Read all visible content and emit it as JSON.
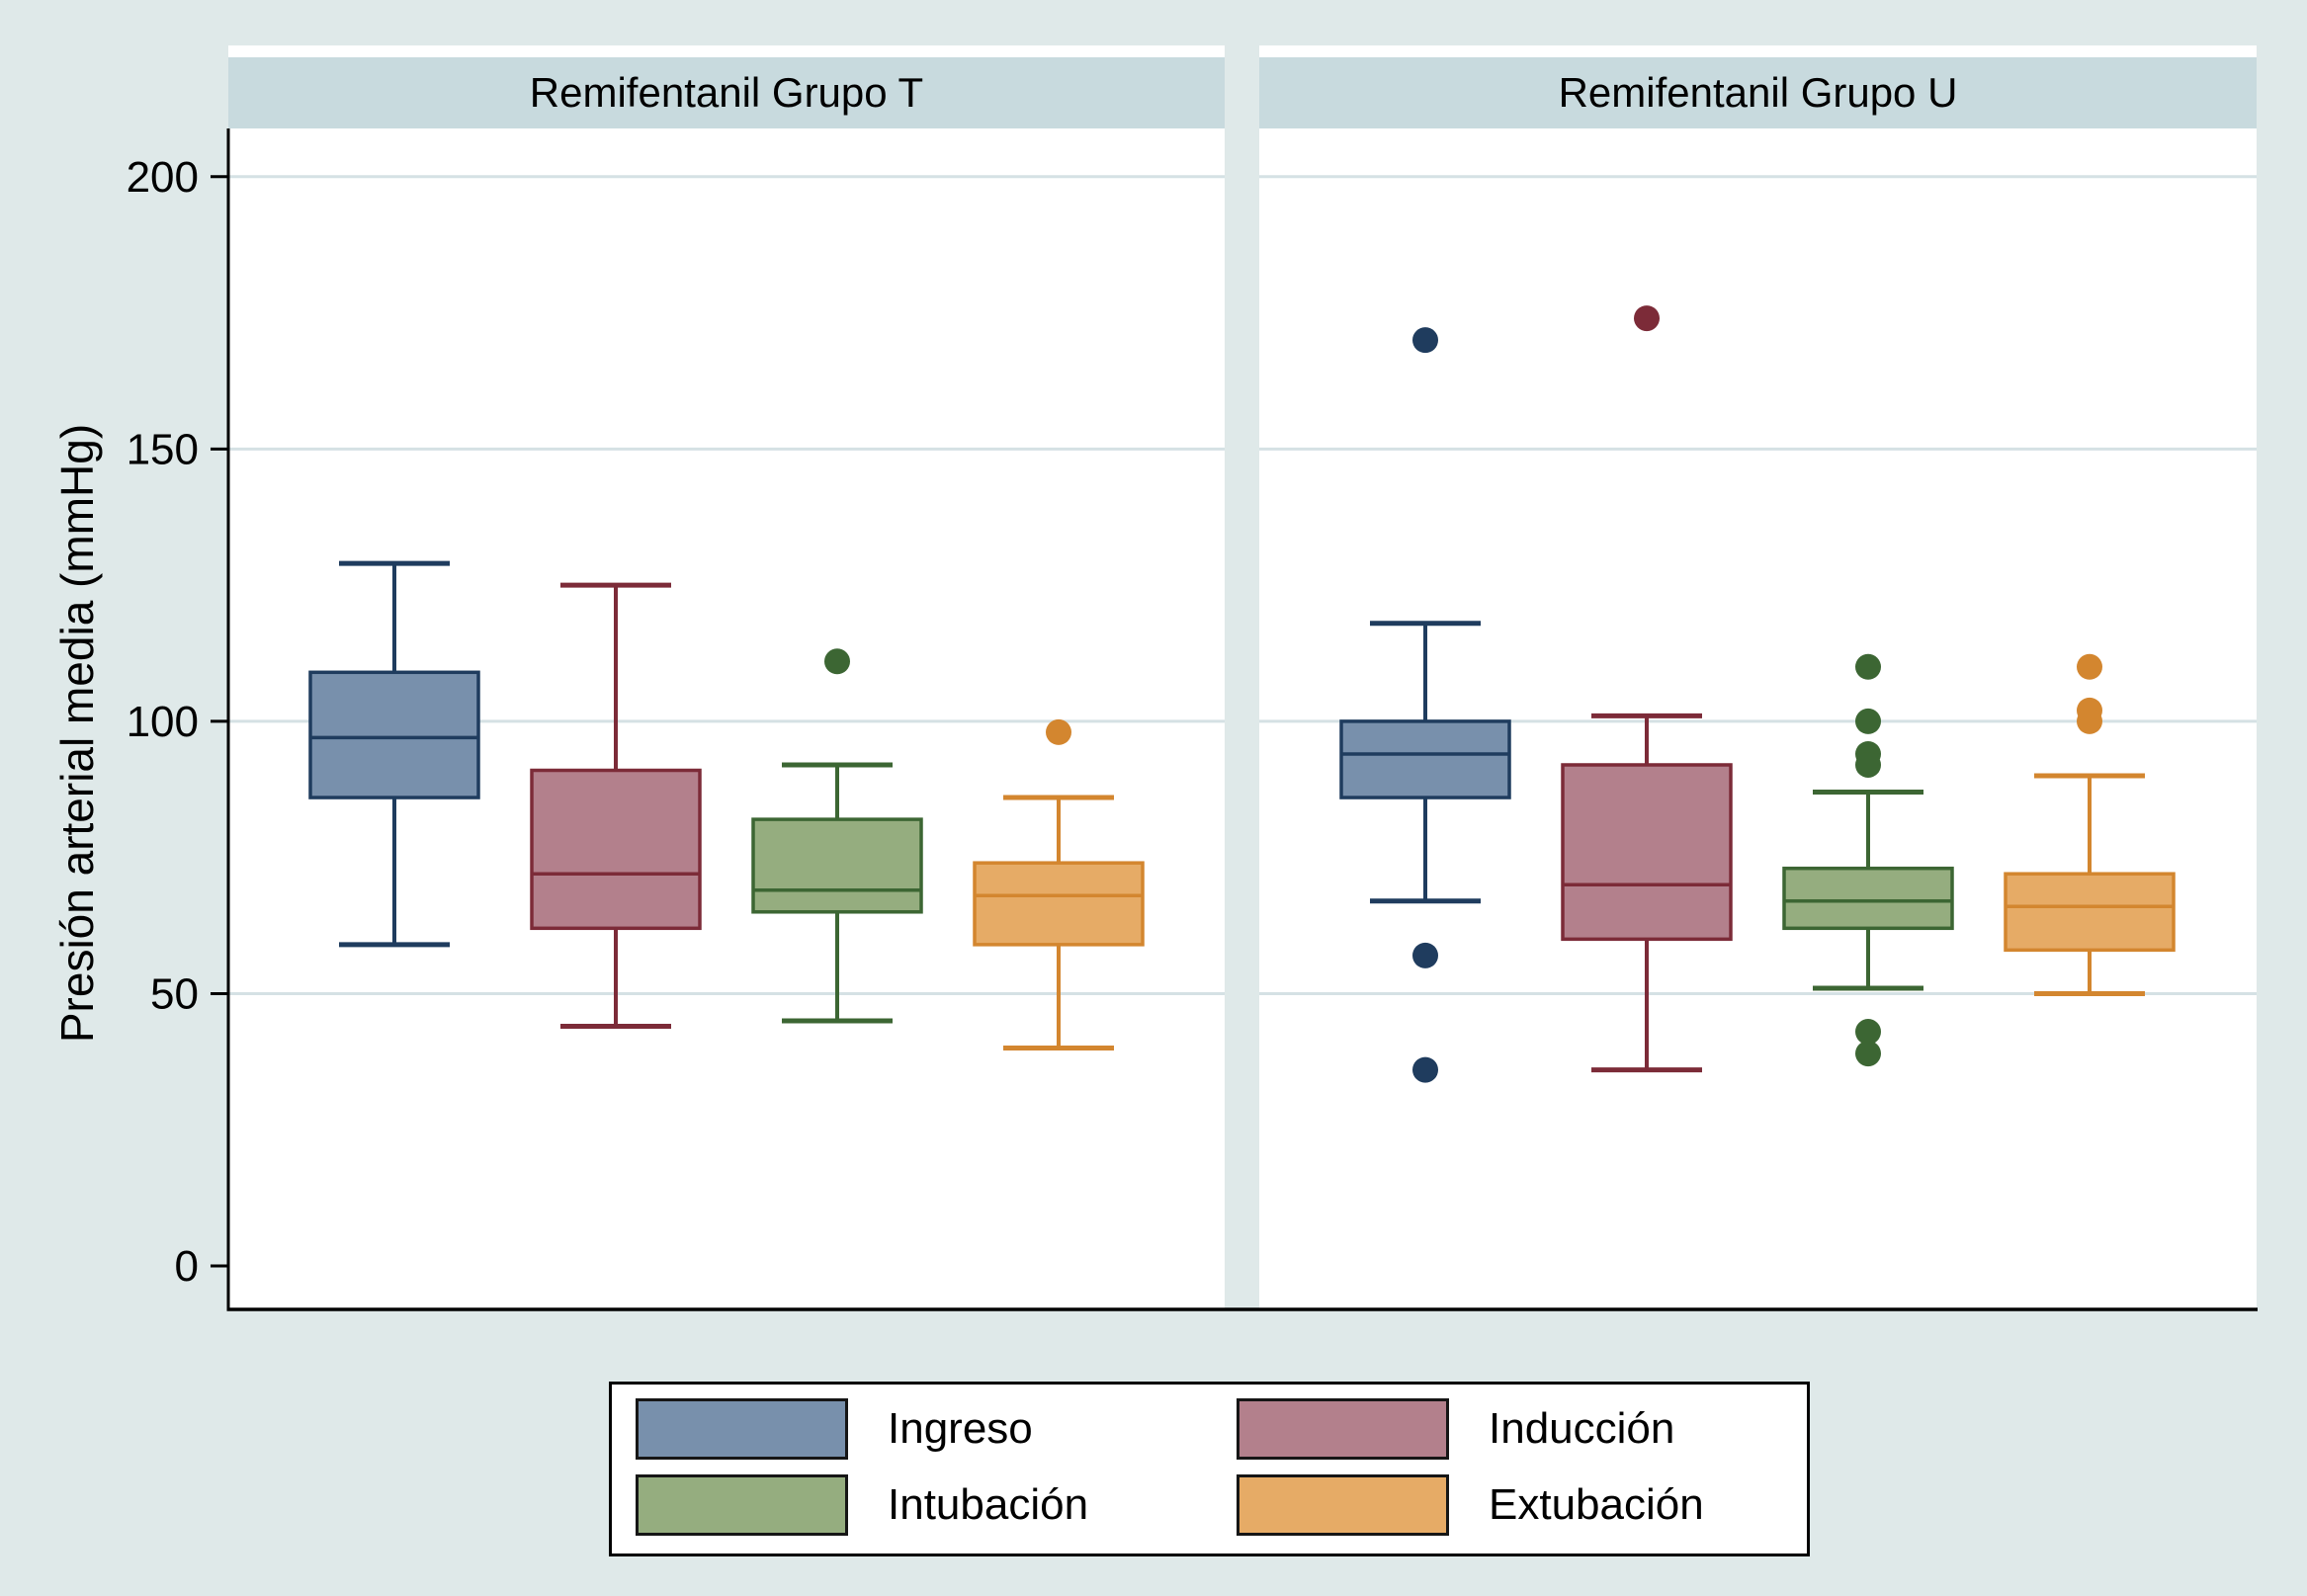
{
  "figure": {
    "background": "#dfe9e9",
    "band_color": "#c8dade",
    "plot_background": "#ffffff",
    "grid_color": "#d5e1e4",
    "axis_color": "#000000"
  },
  "chart_data": {
    "type": "box",
    "title": "",
    "ylabel": "Presión arterial media (mmHg)",
    "xlabel": "",
    "ylim": [
      0,
      210
    ],
    "yticks": [
      0,
      50,
      100,
      150,
      200
    ],
    "grid": "horizontal, at 50/100/150/200 only",
    "legend_position": "bottom",
    "series": [
      {
        "name": "Ingreso",
        "fill": "#7890ac",
        "stroke": "#1f3c5e"
      },
      {
        "name": "Inducción",
        "fill": "#b3808c",
        "stroke": "#7c2b38"
      },
      {
        "name": "Intubación",
        "fill": "#95ad7f",
        "stroke": "#3c6633"
      },
      {
        "name": "Extubación",
        "fill": "#e6ab66",
        "stroke": "#d3862f"
      }
    ],
    "panels": [
      {
        "title": "Remifentanil Grupo T",
        "boxes": [
          {
            "series": "Ingreso",
            "low": 59,
            "q1": 86,
            "median": 97,
            "q3": 109,
            "high": 129,
            "outliers": []
          },
          {
            "series": "Inducción",
            "low": 44,
            "q1": 62,
            "median": 72,
            "q3": 91,
            "high": 125,
            "outliers": []
          },
          {
            "series": "Intubación",
            "low": 45,
            "q1": 65,
            "median": 69,
            "q3": 82,
            "high": 92,
            "outliers": [
              111
            ]
          },
          {
            "series": "Extubación",
            "low": 40,
            "q1": 59,
            "median": 68,
            "q3": 74,
            "high": 86,
            "outliers": [
              98
            ]
          }
        ]
      },
      {
        "title": "Remifentanil Grupo U",
        "boxes": [
          {
            "series": "Ingreso",
            "low": 67,
            "q1": 86,
            "median": 94,
            "q3": 100,
            "high": 118,
            "outliers": [
              170,
              57,
              36
            ]
          },
          {
            "series": "Inducción",
            "low": 36,
            "q1": 60,
            "median": 70,
            "q3": 92,
            "high": 101,
            "outliers": [
              174
            ]
          },
          {
            "series": "Intubación",
            "low": 51,
            "q1": 62,
            "median": 67,
            "q3": 73,
            "high": 87,
            "outliers": [
              110,
              100,
              94,
              92,
              43,
              39
            ]
          },
          {
            "series": "Extubación",
            "low": 50,
            "q1": 58,
            "median": 66,
            "q3": 72,
            "high": 90,
            "outliers": [
              110,
              102,
              100
            ]
          }
        ]
      }
    ]
  },
  "legend": {
    "items": [
      {
        "label": "Ingreso"
      },
      {
        "label": "Inducción"
      },
      {
        "label": "Intubación"
      },
      {
        "label": "Extubación"
      }
    ]
  }
}
